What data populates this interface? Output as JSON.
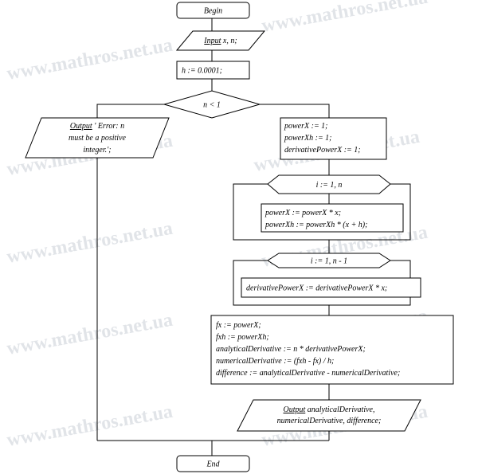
{
  "watermark": "www.mathros.net.ua",
  "flowchart": {
    "begin": "Begin",
    "input_keyword": "Input",
    "input_rest": " x, n;",
    "assign_h": "h := 0.0001;",
    "condition": "n < 1",
    "error_output_keyword": "Output",
    "error_output_line1_rest": " ' Error: n",
    "error_output_line2": "must be a positive",
    "error_output_line3": "integer.';",
    "init_line1": "powerX := 1;",
    "init_line2": "powerXh := 1;",
    "init_line3": "derivativePowerX := 1;",
    "loop1_header": "i := 1, n",
    "loop1_body_line1": "powerX := powerX * x;",
    "loop1_body_line2": "powerXh := powerXh * (x + h);",
    "loop2_header": "i := 1, n - 1",
    "loop2_body": "derivativePowerX := derivativePowerX * x;",
    "calc_line1": "fx := powerX;",
    "calc_line2": "fxh := powerXh;",
    "calc_line3": "analyticalDerivative := n * derivativePowerX;",
    "calc_line4": "numericalDerivative := (fxh - fx) / h;",
    "calc_line5": "difference := analyticalDerivative - numericalDerivative;",
    "final_output_keyword": "Output",
    "final_output_line1_rest": " analyticalDerivative,",
    "final_output_line2": "numericalDerivative, difference;",
    "end": "End"
  }
}
